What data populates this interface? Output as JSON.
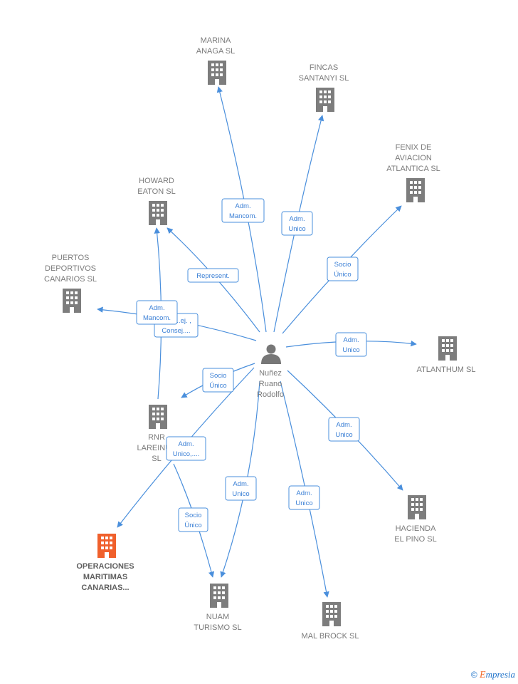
{
  "colors": {
    "edge": "#4a8fdc",
    "node": "#7d7d7d",
    "highlight": "#f0602c"
  },
  "center": {
    "icon": "person-icon",
    "lines": [
      "Nuñez",
      "Ruano",
      "Rodolfo"
    ]
  },
  "companies": [
    {
      "id": "marina",
      "lines": [
        "MARINA",
        "ANAGA  SL"
      ]
    },
    {
      "id": "fincas",
      "lines": [
        "FINCAS",
        "SANTANYI SL"
      ]
    },
    {
      "id": "fenix",
      "lines": [
        "FENIX DE",
        "AVIACION",
        "ATLANTICA  SL"
      ]
    },
    {
      "id": "howard",
      "lines": [
        "HOWARD",
        "EATON  SL"
      ]
    },
    {
      "id": "puertos",
      "lines": [
        "PUERTOS",
        "DEPORTIVOS",
        "CANARIOS SL"
      ]
    },
    {
      "id": "atlanthum",
      "lines": [
        "ATLANTHUM SL"
      ]
    },
    {
      "id": "rnr",
      "lines": [
        "RNR",
        "LAREINUS",
        "SL"
      ]
    },
    {
      "id": "hacienda",
      "lines": [
        "HACIENDA",
        "EL PINO SL"
      ]
    },
    {
      "id": "operaciones",
      "lines": [
        "OPERACIONES",
        "MARITIMAS",
        "CANARIAS..."
      ],
      "highlight": true
    },
    {
      "id": "nuam",
      "lines": [
        "NUAM",
        "TURISMO  SL"
      ]
    },
    {
      "id": "malbrock",
      "lines": [
        "MAL BROCK SL"
      ]
    }
  ],
  "edges": [
    {
      "to": "marina",
      "lines": [
        "Adm.",
        "Mancom."
      ]
    },
    {
      "to": "fincas",
      "lines": [
        "Adm.",
        "Unico"
      ]
    },
    {
      "to": "fenix",
      "lines": [
        "Socio",
        "Único"
      ]
    },
    {
      "to": "howard",
      "lines": [
        "Represent."
      ]
    },
    {
      "to": "puertos",
      "lines": [
        "Cons..ej. ,",
        "Consej...."
      ]
    },
    {
      "to": "rnr-howard",
      "lines": [
        "Adm.",
        "Mancom."
      ]
    },
    {
      "to": "atlanthum",
      "lines": [
        "Adm.",
        "Unico"
      ]
    },
    {
      "to": "rnr",
      "lines": [
        "Socio",
        "Único"
      ]
    },
    {
      "to": "operaciones",
      "lines": [
        "Adm.",
        "Unico,...."
      ]
    },
    {
      "to": "nuam",
      "lines": [
        "Adm.",
        "Unico"
      ]
    },
    {
      "to": "malbrock",
      "lines": [
        "Adm.",
        "Unico"
      ]
    },
    {
      "to": "hacienda",
      "lines": [
        "Adm.",
        "Unico"
      ]
    },
    {
      "to": "rnr-nuam",
      "lines": [
        "Socio",
        "Único"
      ]
    }
  ],
  "footer": {
    "symbol": "©",
    "brand_initial": "E",
    "brand_rest": "mpresia"
  }
}
